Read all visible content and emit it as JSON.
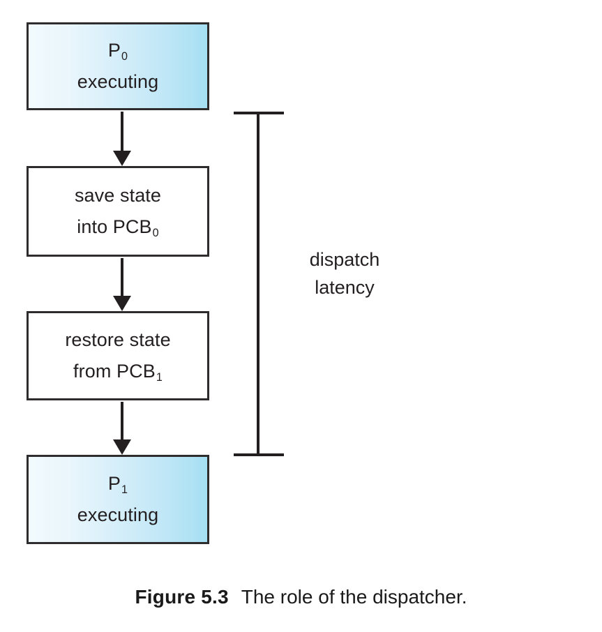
{
  "figure": {
    "caption_label": "Figure 5.3",
    "caption_text": "The role of the dispatcher.",
    "background_color": "#ffffff",
    "ink_color": "#231f20"
  },
  "diagram": {
    "type": "flowchart",
    "orientation": "vertical",
    "shaded_fill_start": "#f2fafd",
    "shaded_fill_end": "#a6dff3",
    "plain_fill": "#ffffff",
    "border_color": "#2e2c2d",
    "nodes": [
      {
        "id": "p0-executing",
        "style": "shaded",
        "line1": "P",
        "line1_sub": "0",
        "line2": "executing"
      },
      {
        "id": "save-state",
        "style": "plain",
        "line1": "save state",
        "line2": "into PCB",
        "line2_sub": "0"
      },
      {
        "id": "restore-state",
        "style": "plain",
        "line1": "restore state",
        "line2": "from PCB",
        "line2_sub": "1"
      },
      {
        "id": "p1-executing",
        "style": "shaded",
        "line1": "P",
        "line1_sub": "1",
        "line2": "executing"
      }
    ],
    "arrows": [
      {
        "id": "arrow-p0-to-save",
        "from": "p0-executing",
        "to": "save-state",
        "direction": "down"
      },
      {
        "id": "arrow-save-to-restore",
        "from": "save-state",
        "to": "restore-state",
        "direction": "down"
      },
      {
        "id": "arrow-restore-to-p1",
        "from": "restore-state",
        "to": "p1-executing",
        "direction": "down"
      }
    ],
    "annotation": {
      "id": "dispatch-latency",
      "label_line1": "dispatch",
      "label_line2": "latency",
      "bracket_spans_from": "p0-executing",
      "bracket_spans_to": "p1-executing"
    }
  }
}
